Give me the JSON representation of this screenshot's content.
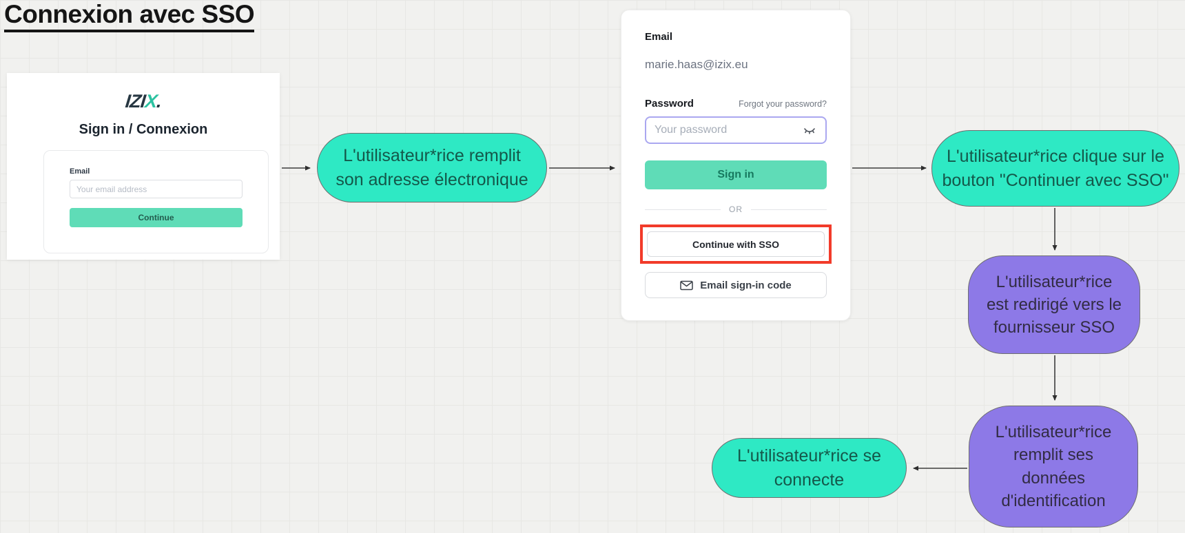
{
  "title": "Connexion avec SSO",
  "colors": {
    "node_teal": "#2ee9c4",
    "node_purple": "#8d79e7",
    "button_mint": "#5fdcb7",
    "highlight_red": "#f23b2a",
    "focus_border_purple": "#aaa7f0"
  },
  "signin_card": {
    "logo": {
      "part1": "IZI",
      "part2": "X",
      "part3": "."
    },
    "heading": "Sign in / Connexion",
    "email_label": "Email",
    "email_placeholder": "Your email address",
    "continue_button": "Continue"
  },
  "password_card": {
    "email_label": "Email",
    "email_value": "marie.haas@izix.eu",
    "password_label": "Password",
    "forgot_password_link": "Forgot your password?",
    "password_placeholder": "Your password",
    "sign_in_button": "Sign in",
    "divider": "OR",
    "sso_button": "Continue with SSO",
    "email_code_button": "Email sign-in code"
  },
  "flow_nodes": {
    "fill_email": "L'utilisateur*rice remplit\nson adresse électronique",
    "click_sso": "L'utilisateur*rice clique sur le\nbouton \"Continuer avec SSO\"",
    "redirect_sso": "L'utilisateur*rice\nest redirigé vers le\nfournisseur SSO",
    "fill_credentials": "L'utilisateur*rice\nremplit ses\ndonnées\nd'identification",
    "connected": "L'utilisateur*rice se\nconnecte"
  }
}
